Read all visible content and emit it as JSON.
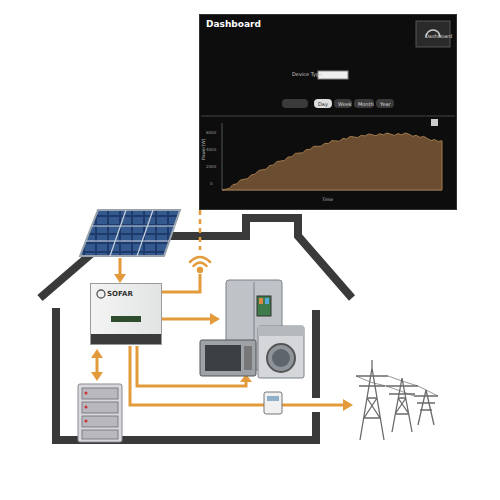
{
  "diagram": {
    "nodes": [
      {
        "text": [
          "Dashboard"
        ]
      },
      {
        "text": [
          "SOFAR"
        ]
      }
    ],
    "edges": [
      {
        "from": 0,
        "to": 1,
        "arrow": "none"
      }
    ],
    "labels": [
      "Dashboard",
      "Device Type",
      "Day",
      "Week",
      "Month",
      "Year",
      "Power(W)",
      "Time",
      "6000",
      "4000",
      "2000",
      "0"
    ]
  }
}
